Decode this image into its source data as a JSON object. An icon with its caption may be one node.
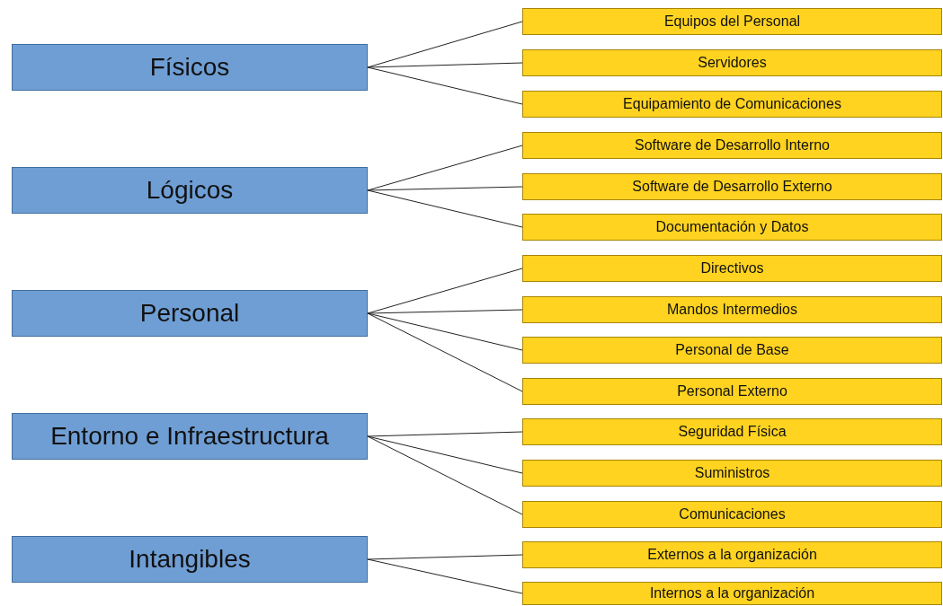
{
  "diagram": {
    "nodes": [
      {
        "text": [
          "Físicos"
        ]
      },
      {
        "text": [
          "Equipos del Personal"
        ]
      },
      {
        "text": [
          "Servidores"
        ]
      },
      {
        "text": [
          "Equipamiento de Comunicaciones"
        ]
      },
      {
        "text": [
          "Lógicos"
        ]
      },
      {
        "text": [
          "Software de Desarrollo Interno"
        ]
      },
      {
        "text": [
          "Software de Desarrollo Externo"
        ]
      },
      {
        "text": [
          "Documentación y Datos"
        ]
      },
      {
        "text": [
          "Personal"
        ]
      },
      {
        "text": [
          "Directivos"
        ]
      },
      {
        "text": [
          "Mandos Intermedios"
        ]
      },
      {
        "text": [
          "Personal de Base"
        ]
      },
      {
        "text": [
          "Personal Externo"
        ]
      },
      {
        "text": [
          "Entorno e Infraestructura"
        ]
      },
      {
        "text": [
          "Seguridad Física"
        ]
      },
      {
        "text": [
          "Suministros"
        ]
      },
      {
        "text": [
          "Comunicaciones"
        ]
      },
      {
        "text": [
          "Intangibles"
        ]
      },
      {
        "text": [
          "Externos a la organización"
        ]
      },
      {
        "text": [
          "Internos a la organización"
        ]
      }
    ],
    "edges": [
      {
        "from": 0,
        "to": 1,
        "arrow": "none"
      },
      {
        "from": 0,
        "to": 2,
        "arrow": "none"
      },
      {
        "from": 0,
        "to": 3,
        "arrow": "none"
      },
      {
        "from": 4,
        "to": 5,
        "arrow": "none"
      },
      {
        "from": 4,
        "to": 6,
        "arrow": "none"
      },
      {
        "from": 4,
        "to": 7,
        "arrow": "none"
      },
      {
        "from": 8,
        "to": 9,
        "arrow": "none"
      },
      {
        "from": 8,
        "to": 10,
        "arrow": "none"
      },
      {
        "from": 8,
        "to": 11,
        "arrow": "none"
      },
      {
        "from": 8,
        "to": 12,
        "arrow": "none"
      },
      {
        "from": 13,
        "to": 14,
        "arrow": "none"
      },
      {
        "from": 13,
        "to": 15,
        "arrow": "none"
      },
      {
        "from": 13,
        "to": 16,
        "arrow": "none"
      },
      {
        "from": 17,
        "to": 18,
        "arrow": "none"
      },
      {
        "from": 17,
        "to": 19,
        "arrow": "none"
      }
    ]
  }
}
